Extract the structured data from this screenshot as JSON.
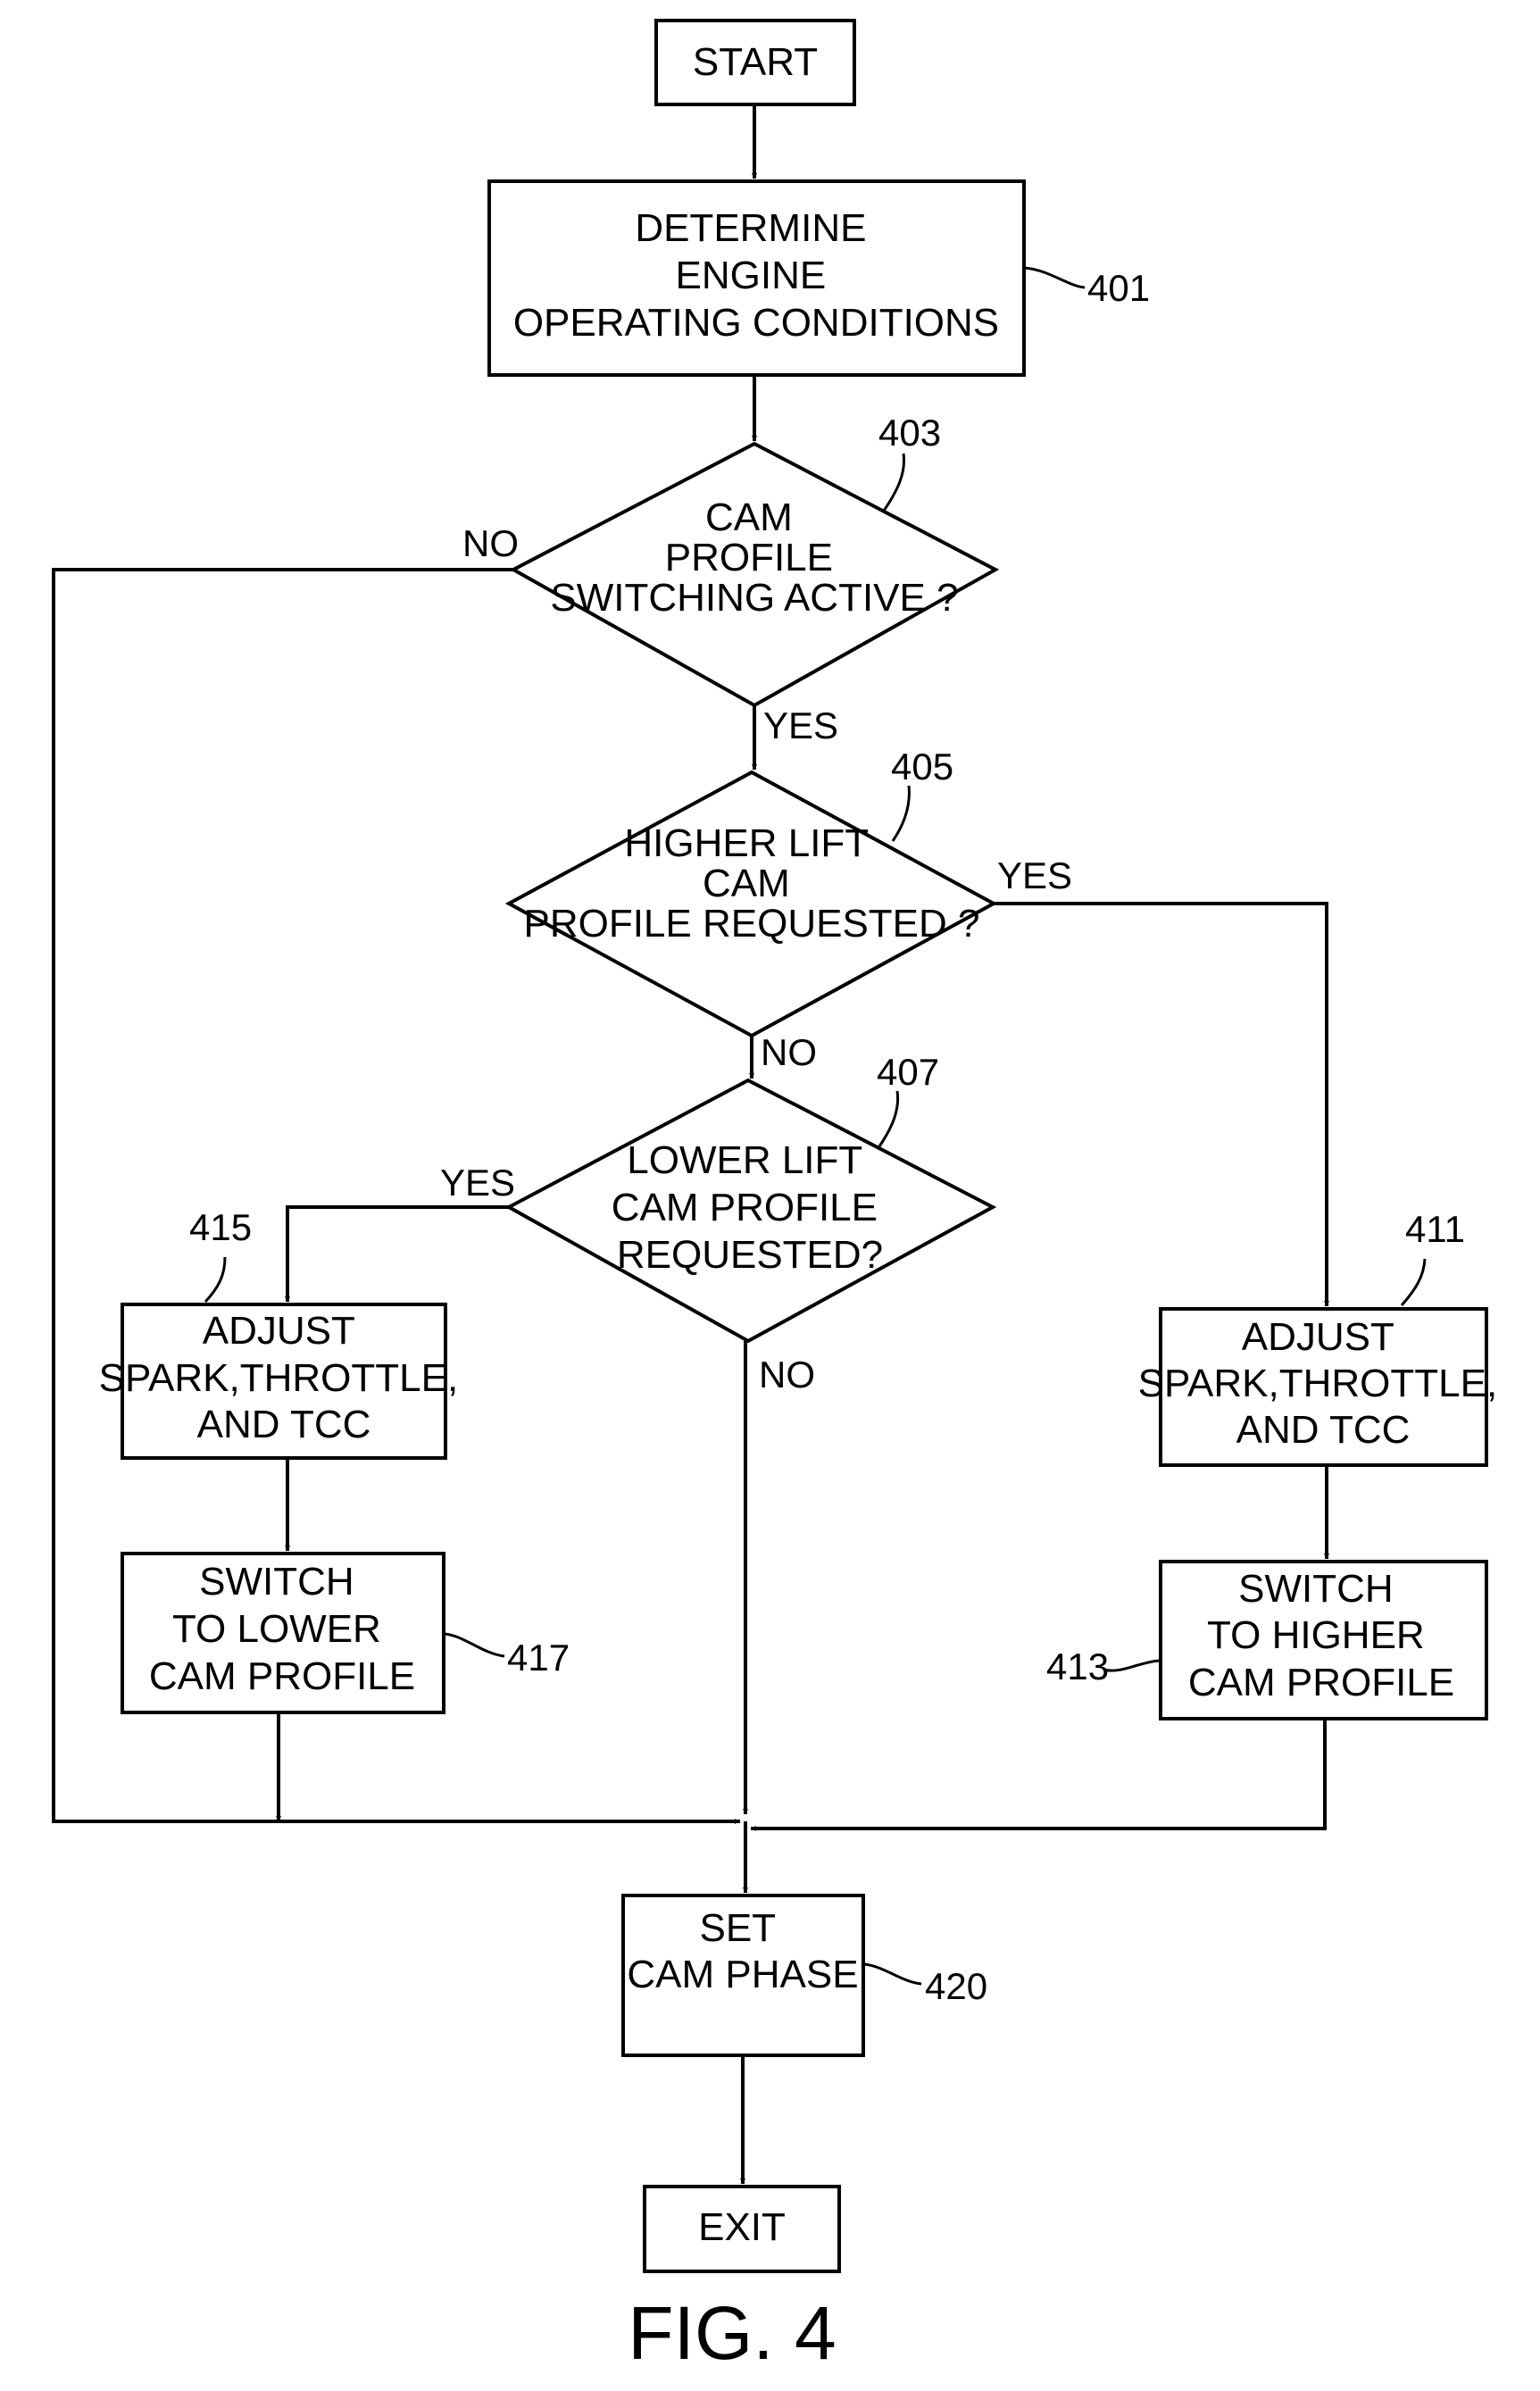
{
  "figure_label": "FIG. 4",
  "nodes": {
    "start": {
      "lines": [
        "START"
      ]
    },
    "n401": {
      "ref": "401",
      "lines": [
        "DETERMINE",
        "ENGINE",
        "OPERATING CONDITIONS"
      ]
    },
    "d403": {
      "ref": "403",
      "lines": [
        "CAM",
        "PROFILE",
        "SWITCHING ACTIVE ?"
      ]
    },
    "d405": {
      "ref": "405",
      "lines": [
        "HIGHER LIFT",
        "CAM",
        "PROFILE REQUESTED ?"
      ]
    },
    "d407": {
      "ref": "407",
      "lines": [
        "LOWER LIFT",
        "CAM PROFILE",
        "REQUESTED?"
      ]
    },
    "n411": {
      "ref": "411",
      "lines": [
        "ADJUST",
        "SPARK,THROTTLE,",
        "AND TCC"
      ]
    },
    "n413": {
      "ref": "413",
      "lines": [
        "SWITCH",
        "TO HIGHER",
        "CAM PROFILE"
      ]
    },
    "n415": {
      "ref": "415",
      "lines": [
        "ADJUST",
        "SPARK,THROTTLE,",
        "AND TCC"
      ]
    },
    "n417": {
      "ref": "417",
      "lines": [
        "SWITCH",
        "TO LOWER",
        "CAM PROFILE"
      ]
    },
    "n420": {
      "ref": "420",
      "lines": [
        "SET",
        "CAM PHASE"
      ]
    },
    "exit": {
      "lines": [
        "EXIT"
      ]
    }
  },
  "edges": {
    "d403_no": "NO",
    "d403_yes": "YES",
    "d405_yes": "YES",
    "d405_no": "NO",
    "d407_yes": "YES",
    "d407_no": "NO"
  }
}
